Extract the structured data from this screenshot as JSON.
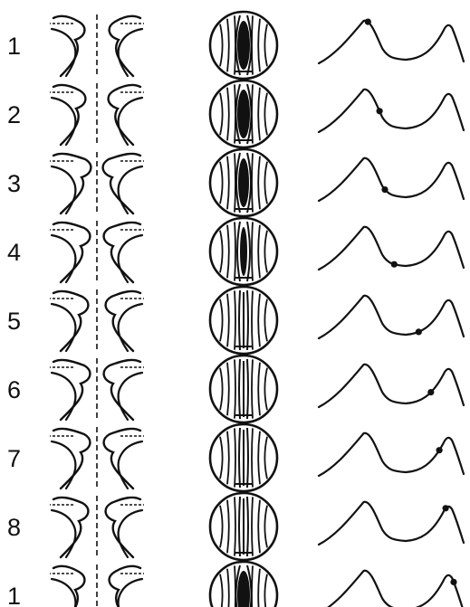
{
  "figure": {
    "ink_color": "#111111",
    "background": "#ffffff",
    "rows": [
      {
        "label": "1",
        "vocal_fold_phase": 1,
        "glottis": "open",
        "marker_t": 0.0
      },
      {
        "label": "2",
        "vocal_fold_phase": 2,
        "glottis": "open",
        "marker_t": 0.19
      },
      {
        "label": "3",
        "vocal_fold_phase": 3,
        "glottis": "closing",
        "marker_t": 0.28
      },
      {
        "label": "4",
        "vocal_fold_phase": 4,
        "glottis": "closing",
        "marker_t": 0.37
      },
      {
        "label": "5",
        "vocal_fold_phase": 5,
        "glottis": "closed",
        "marker_t": 0.57
      },
      {
        "label": "6",
        "vocal_fold_phase": 6,
        "glottis": "closed",
        "marker_t": 0.69
      },
      {
        "label": "7",
        "vocal_fold_phase": 7,
        "glottis": "closed",
        "marker_t": 0.8
      },
      {
        "label": "8",
        "vocal_fold_phase": 8,
        "glottis": "closed",
        "marker_t": 0.9
      },
      {
        "label": "1",
        "vocal_fold_phase": 1,
        "glottis": "open",
        "marker_t": 1.0
      }
    ]
  }
}
